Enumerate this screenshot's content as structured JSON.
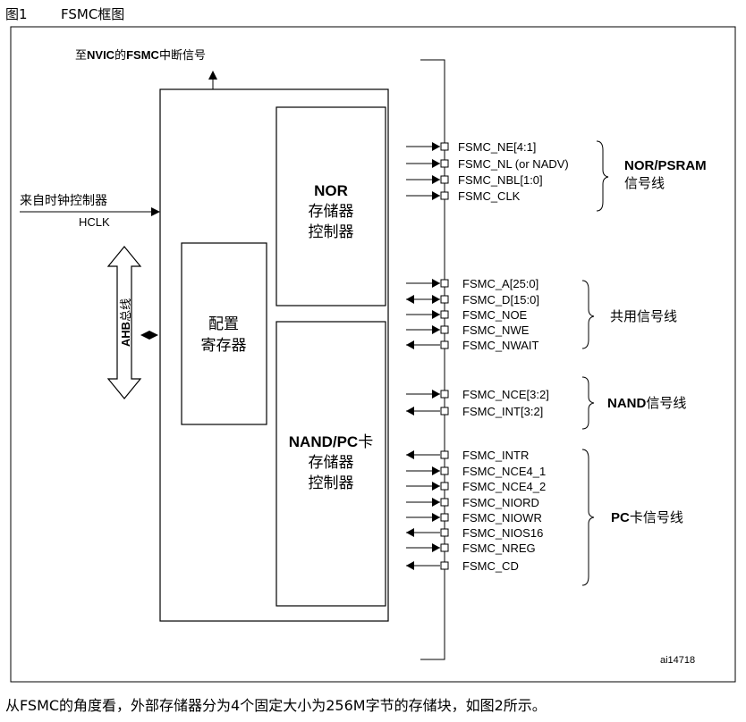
{
  "figure": {
    "label": "图1",
    "title": "FSMC框图"
  },
  "top_label": {
    "prefix": "至",
    "bold1": "NVIC",
    "mid": "的",
    "bold2": "FSMC",
    "suffix": "中断信号"
  },
  "clock": {
    "label_cn": "来自时钟控制器",
    "label_en": "HCLK"
  },
  "ahb": {
    "bold": "AHB",
    "cn": "总线"
  },
  "blocks": {
    "config": [
      "配置",
      "寄存器"
    ],
    "nor": {
      "title": "NOR",
      "lines": [
        "存储器",
        "控制器"
      ]
    },
    "nand": {
      "title_bold": "NAND/PC",
      "title_cn": "卡",
      "lines": [
        "存储器",
        "控制器"
      ]
    }
  },
  "signals": [
    {
      "name": "FSMC_NE[4:1]",
      "dir": "out"
    },
    {
      "name": "FSMC_NL (or NADV)",
      "dir": "out"
    },
    {
      "name": "FSMC_NBL[1:0]",
      "dir": "out"
    },
    {
      "name": "FSMC_CLK",
      "dir": "out"
    },
    {
      "name": "FSMC_A[25:0]",
      "dir": "out"
    },
    {
      "name": "FSMC_D[15:0]",
      "dir": "bidir"
    },
    {
      "name": "FSMC_NOE",
      "dir": "out"
    },
    {
      "name": "FSMC_NWE",
      "dir": "out"
    },
    {
      "name": "FSMC_NWAIT",
      "dir": "in"
    },
    {
      "name": "FSMC_NCE[3:2]",
      "dir": "out"
    },
    {
      "name": "FSMC_INT[3:2]",
      "dir": "in"
    },
    {
      "name": "FSMC_INTR",
      "dir": "in"
    },
    {
      "name": "FSMC_NCE4_1",
      "dir": "out"
    },
    {
      "name": "FSMC_NCE4_2",
      "dir": "out"
    },
    {
      "name": "FSMC_NIORD",
      "dir": "out"
    },
    {
      "name": "FSMC_NIOWR",
      "dir": "out"
    },
    {
      "name": "FSMC_NIOS16",
      "dir": "in"
    },
    {
      "name": "FSMC_NREG",
      "dir": "out"
    },
    {
      "name": "FSMC_CD",
      "dir": "in"
    }
  ],
  "groups": {
    "nor": {
      "line1": "NOR/PSRAM",
      "line2": "信号线"
    },
    "common": {
      "label": "共用信号线"
    },
    "nand": {
      "bold": "NAND",
      "cn": "信号线"
    },
    "pc": {
      "bold": "PC",
      "cn": "卡信号线"
    }
  },
  "figure_id": "ai14718",
  "footer": "从FSMC的角度看，外部存储器分为4个固定大小为256M字节的存储块，如图2所示。"
}
